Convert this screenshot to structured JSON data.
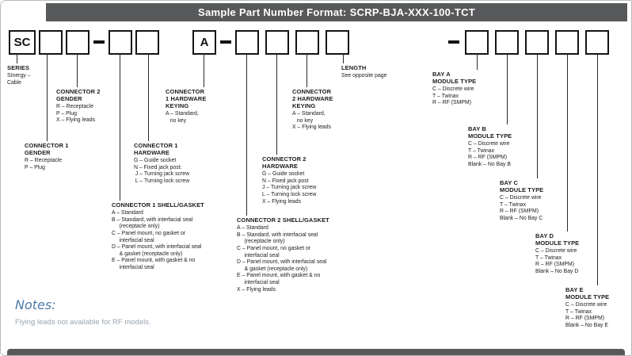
{
  "header": {
    "title": "Sample Part Number Format: SCRP-BJA-XXX-100-TCT"
  },
  "row": {
    "separator": "-",
    "boxes": [
      {
        "value": "SC"
      },
      {
        "value": ""
      },
      {
        "value": ""
      },
      {
        "value": ""
      },
      {
        "value": ""
      },
      {
        "value": "A"
      },
      {
        "value": ""
      },
      {
        "value": ""
      },
      {
        "value": ""
      },
      {
        "value": ""
      },
      {
        "value": ""
      },
      {
        "value": ""
      },
      {
        "value": ""
      },
      {
        "value": ""
      },
      {
        "value": ""
      }
    ]
  },
  "labels": {
    "series": {
      "title": "SERIES",
      "options": [
        "SInergy –",
        "Cable"
      ]
    },
    "connector1_gender": {
      "title": "CONNECTOR 1\nGENDER",
      "options": [
        "R – Receptacle",
        "P – Plug"
      ]
    },
    "connector2_gender": {
      "title": "CONNECTOR 2\nGENDER",
      "options": [
        "R – Receptacle",
        "P – Plug",
        "X – Flying leads"
      ]
    },
    "connector1_hardware": {
      "title": "CONNECTOR 1\nHARDWARE",
      "options": [
        "G – Guide socket",
        "N – Fixed jack post:",
        " J – Turning jack screw",
        " L – Turning lock screw"
      ]
    },
    "connector1_hardware_keying": {
      "title": "CONNECTOR\n1 HARDWARE\nKEYING",
      "options": [
        "A – Standard,",
        "   no key"
      ]
    },
    "connector1_shell_gasket": {
      "title": "CONNECTOR 1 SHELL/GASKET",
      "options": [
        "A – Standard",
        "B – Standard, with interfacial seal",
        "     (receptacle only)",
        "C – Panel mount, no gasket or",
        "     interfacial seal",
        "D – Panel mount, with interfacial seal",
        "     & gasket (receptacle only)",
        "E – Panel mount, with gasket & no",
        "     interfacial seal"
      ]
    },
    "connector2_hardware_keying": {
      "title": "CONNECTOR\n2 HARDWARE\nKEYING",
      "options": [
        "A – Standard,",
        "   no key",
        "X – Flying leads"
      ]
    },
    "connector2_hardware": {
      "title": "CONNECTOR 2\nHARDWARE",
      "options": [
        "G – Guide socket",
        "N – Fixed jack post",
        "J – Turning jack screw",
        "L – Turning lock screw",
        "X – Flying leads"
      ]
    },
    "connector2_shell_gasket": {
      "title": "CONNECTOR 2 SHELL/GASKET",
      "options": [
        "A – Standard",
        "B – Standard, with interfacial seal",
        "     (receptacle only)",
        "C – Panel mount, no gasket or",
        "     interfacial seal",
        "D – Panel mount, with interfacial seal",
        "     & gasket (receptacle only)",
        "E – Panel mount, with gasket & no",
        "     interfacial seal",
        "X – Flying leads"
      ]
    },
    "length": {
      "title": "LENGTH",
      "options": [
        "See opposite page"
      ]
    },
    "bay_a": {
      "title": "BAY A\nMODULE TYPE",
      "options": [
        "C – Discrete wire",
        "T – Twinax",
        "R – RF (SMPM)"
      ]
    },
    "bay_b": {
      "title": "BAY B\nMODULE TYPE",
      "options": [
        "C – Discrete wire",
        "T – Twinax",
        "R – RF (SMPM)",
        "Blank – No Bay B"
      ]
    },
    "bay_c": {
      "title": "BAY C\nMODULE TYPE",
      "options": [
        "C – Discrete wire",
        "T – Twinax",
        "R – RF (SMPM)",
        "Blank – No Bay C"
      ]
    },
    "bay_d": {
      "title": "BAY D\nMODULE TYPE",
      "options": [
        "C – Discrete wire",
        "T – Twinax",
        "R – RF (SMPM)",
        "Blank – No Bay D"
      ]
    },
    "bay_e": {
      "title": "BAY E\nMODULE TYPE",
      "options": [
        "C – Discrete wire",
        "T – Twinax",
        "R – RF (SMPM)",
        "Blank – No Bay E"
      ]
    }
  },
  "notes": {
    "heading": "Notes:",
    "items": [
      "Flying leads not available for RF models."
    ]
  },
  "colors": {
    "header_bar": "#58595b",
    "box_border": "#141414",
    "line": "#2a2a2a",
    "text": "#1c1c1c",
    "notes_heading": "#4e7ba6",
    "notes_text": "#9aa5ae"
  }
}
